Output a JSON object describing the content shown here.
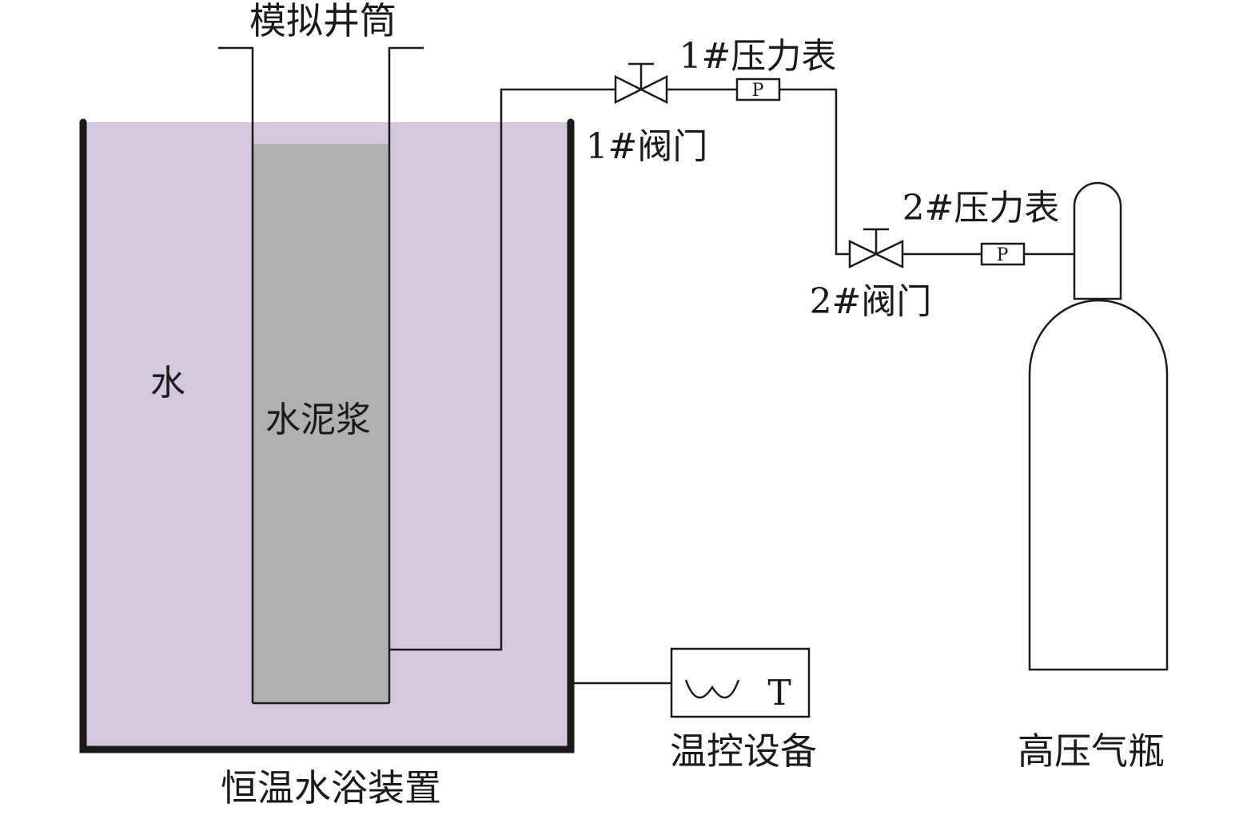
{
  "labels": {
    "simulated_wellbore": "模拟井筒",
    "water": "水",
    "cement_slurry": "水泥浆",
    "water_bath": "恒温水浴装置",
    "temp_control": "温控设备",
    "temp_control_symbol": "T",
    "gas_cylinder": "高压气瓶",
    "valve_1": "1#阀门",
    "valve_2": "2#阀门",
    "gauge_1": "1#压力表",
    "gauge_2": "2#压力表",
    "gauge_1_symbol": "P",
    "gauge_2_symbol": "P"
  },
  "colors": {
    "water_fill": "#d4c7de",
    "cement_fill": "#b0b0b0",
    "line": "#1a1a1a",
    "background": "#ffffff"
  }
}
